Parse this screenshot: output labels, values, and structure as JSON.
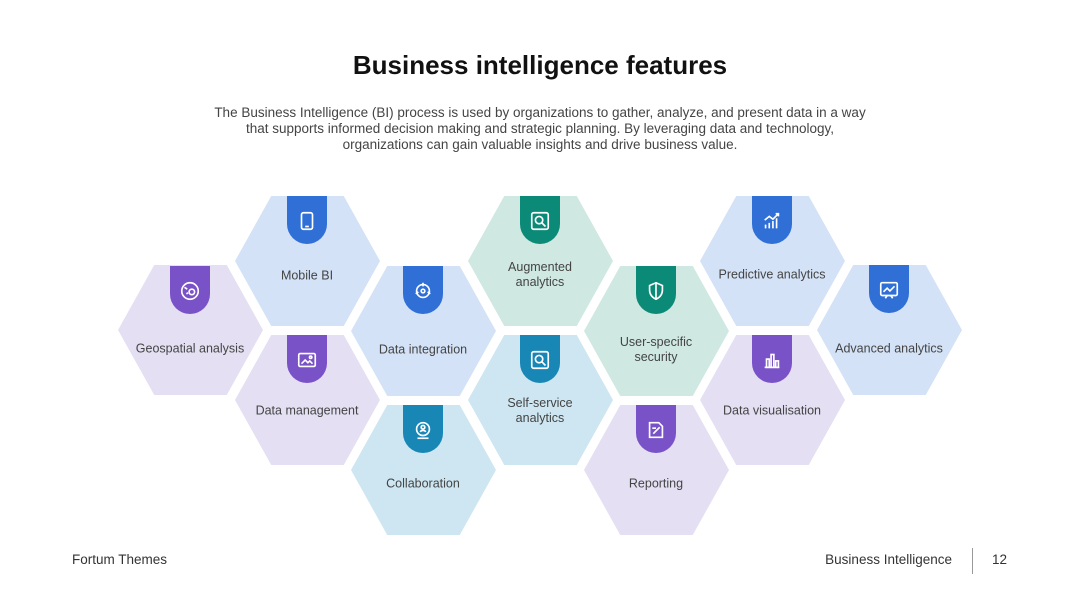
{
  "title": "Business intelligence features",
  "subtitle": "The Business Intelligence (BI) process is used by organizations to gather, analyze, and present data in a way that supports informed decision making and strategic planning. By leveraging data and technology, organizations can gain valuable insights and drive business value.",
  "colors": {
    "lavender": "#e4dff3",
    "light_blue": "#d3e2f6",
    "sky": "#cde6f1",
    "mint": "#cfe8e2",
    "purple_badge": "#7a52c7",
    "blue_badge": "#2f6fd6",
    "teal_badge": "#0c8a78",
    "sky_badge": "#1987b5"
  },
  "features": {
    "geospatial": {
      "label": "Geospatial analysis",
      "icon": "map-pin-circle-icon"
    },
    "mobile_bi": {
      "label": "Mobile BI",
      "icon": "tablet-icon"
    },
    "data_management": {
      "label": "Data management",
      "icon": "image-frame-icon"
    },
    "data_integration": {
      "label": "Data integration",
      "icon": "cycle-arrows-icon"
    },
    "collaboration": {
      "label": "Collaboration",
      "icon": "team-icon"
    },
    "augmented": {
      "label": "Augmented analytics",
      "icon": "search-chart-icon"
    },
    "self_service": {
      "label": "Self-service analytics",
      "icon": "search-chart-icon"
    },
    "security": {
      "label": "User-specific security",
      "icon": "shield-icon"
    },
    "reporting": {
      "label": "Reporting",
      "icon": "edit-document-icon"
    },
    "predictive": {
      "label": "Predictive analytics",
      "icon": "growth-chart-icon"
    },
    "visualisation": {
      "label": "Data visualisation",
      "icon": "bar-chart-icon"
    },
    "advanced": {
      "label": "Advanced analytics",
      "icon": "monitor-chart-icon"
    }
  },
  "footer": {
    "brand": "Fortum Themes",
    "section": "Business Intelligence",
    "page": "12"
  }
}
